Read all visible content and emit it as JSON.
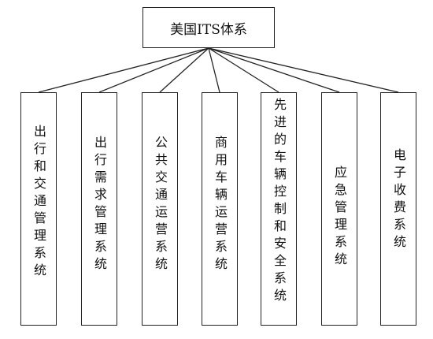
{
  "root": {
    "label": "美国ITS体系"
  },
  "children": [
    {
      "label": "出行和交通管理系统"
    },
    {
      "label": "出行需求管理系统"
    },
    {
      "label": "公共交通运营系统"
    },
    {
      "label": "商用车辆运营系统"
    },
    {
      "label": "先进的车辆控制和安全系统"
    },
    {
      "label": "应急管理系统"
    },
    {
      "label": "电子收费系统"
    }
  ]
}
